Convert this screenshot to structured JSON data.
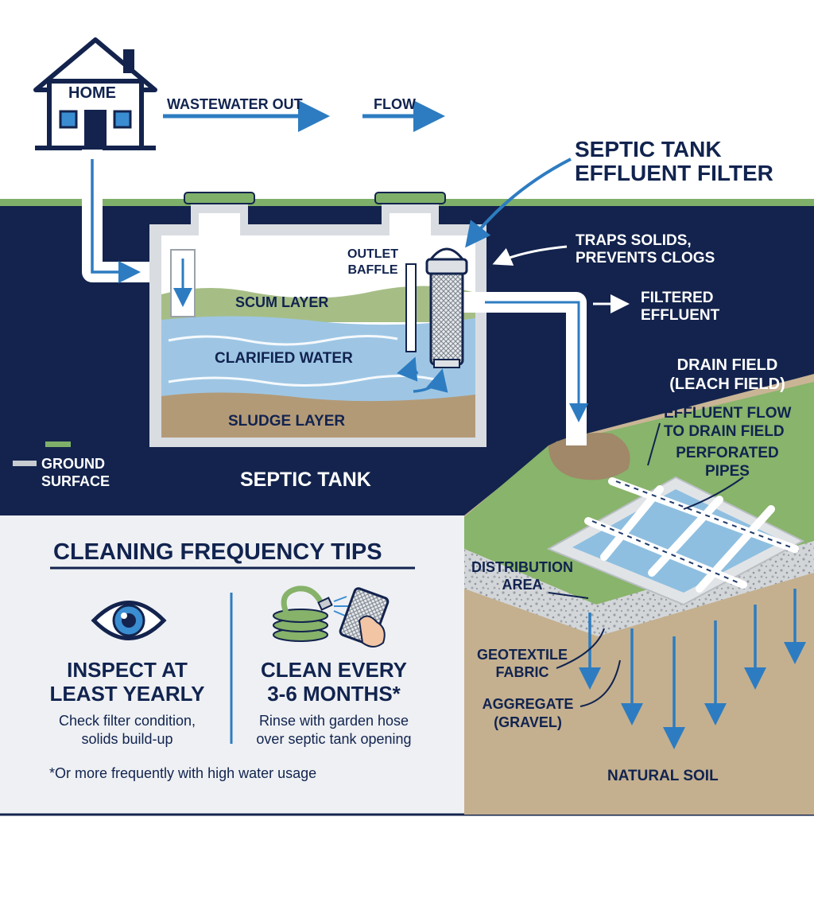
{
  "house": {
    "label": "HOME"
  },
  "flow": {
    "wastewater_out": "WASTEWATER OUT",
    "flow": "FLOW"
  },
  "filter_callout": {
    "title_line1": "SEPTIC TANK",
    "title_line2": "EFFLUENT FILTER",
    "traps_line1": "TRAPS SOLIDS,",
    "traps_line2": "PREVENTS CLOGS",
    "filtered_line1": "FILTERED",
    "filtered_line2": "EFFLUENT"
  },
  "tank": {
    "outlet_line1": "OUTLET",
    "outlet_line2": "BAFFLE",
    "scum": "SCUM LAYER",
    "clarified": "CLARIFIED WATER",
    "sludge": "SLUDGE LAYER",
    "title": "SEPTIC TANK"
  },
  "legend": {
    "ground_line1": "GROUND",
    "ground_line2": "SURFACE"
  },
  "drain_field": {
    "title_line1": "DRAIN FIELD",
    "title_line2": "(LEACH FIELD)",
    "effluent_line1": "EFFLUENT FLOW",
    "effluent_line2": "TO DRAIN FIELD",
    "perforated_line1": "PERFORATED",
    "perforated_line2": "PIPES",
    "distribution_line1": "DISTRIBUTION",
    "distribution_line2": "AREA",
    "geotextile_line1": "GEOTEXTILE",
    "geotextile_line2": "FABRIC",
    "aggregate_line1": "AGGREGATE",
    "aggregate_line2": "(GRAVEL)",
    "soil": "NATURAL SOIL"
  },
  "tips": {
    "heading": "CLEANING FREQUENCY TIPS",
    "inspect": {
      "title_line1": "INSPECT AT",
      "title_line2": "LEAST YEARLY",
      "desc_line1": "Check filter condition,",
      "desc_line2": "solids build-up",
      "icon": "eye-icon"
    },
    "clean": {
      "title_line1": "CLEAN EVERY",
      "title_line2": "3-6 MONTHS*",
      "desc_line1": "Rinse with garden hose",
      "desc_line2": "over septic tank opening",
      "icon": "hose-icon"
    },
    "footnote": "*Or more frequently with high water usage"
  },
  "colors": {
    "navy": "#13234d",
    "blue": "#2d7cc1",
    "grass": "#86b26a",
    "soil": "#c9b595",
    "tips_bg": "#eef0f3"
  }
}
